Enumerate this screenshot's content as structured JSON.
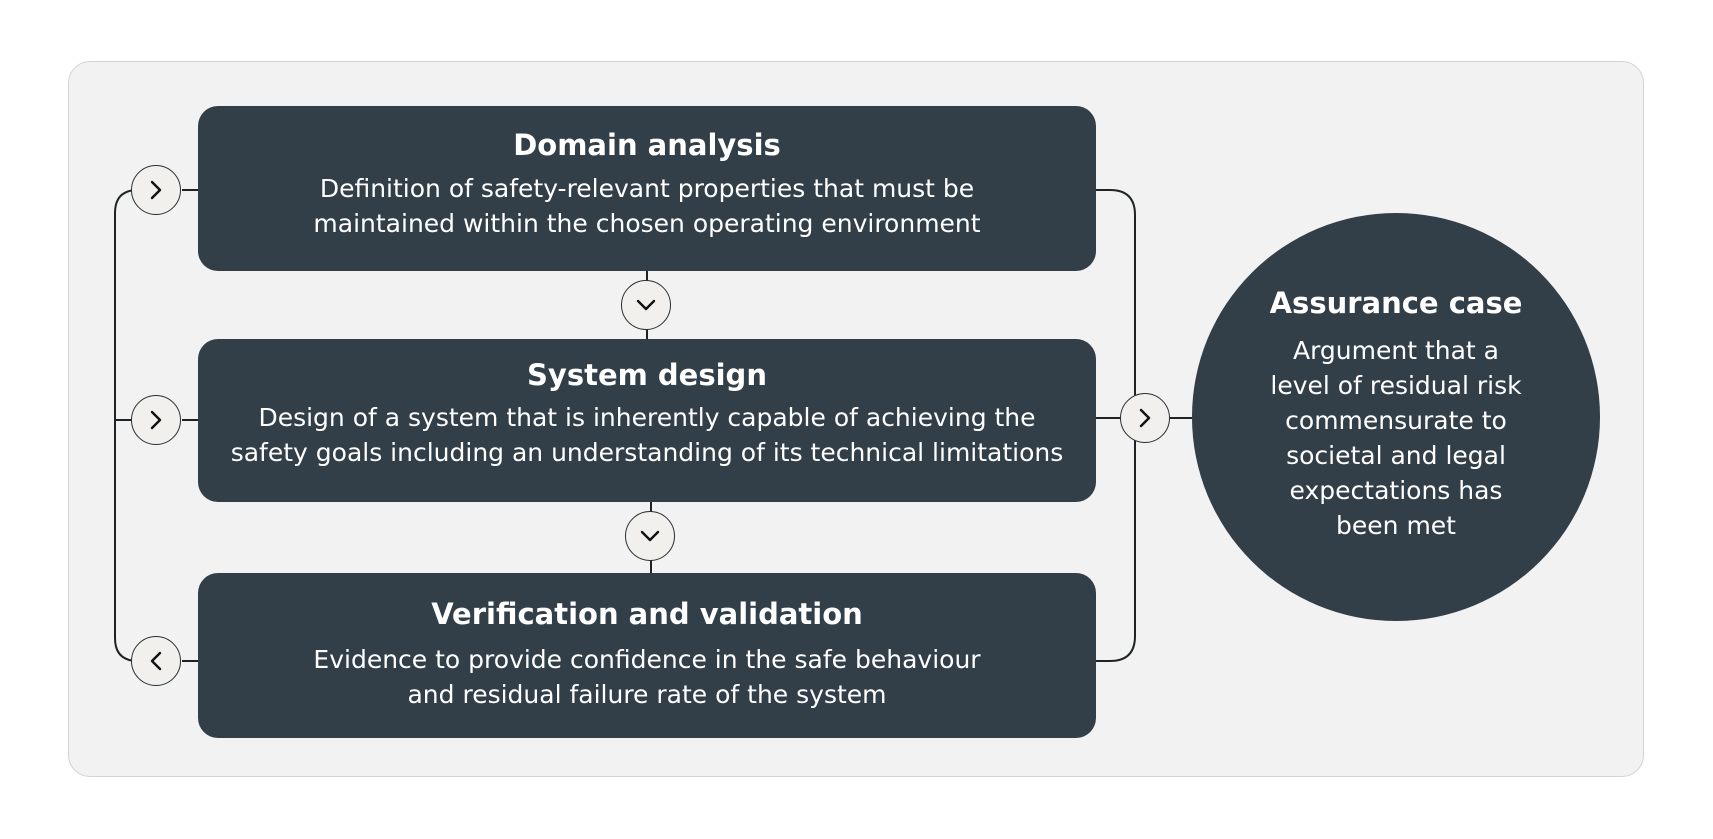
{
  "boxes": {
    "domain": {
      "title": "Domain analysis",
      "description": "Definition of safety-relevant properties that must be maintained within the chosen operating environment"
    },
    "design": {
      "title": "System design",
      "description": "Design of a system that is inherently capable of achieving the safety goals including an understanding of its technical limitations"
    },
    "vv": {
      "title": "Verification and validation",
      "description": "Evidence to provide confidence in the safe behaviour and residual failure rate of the system"
    }
  },
  "assurance": {
    "title": "Assurance case",
    "description": "Argument that a level of residual risk commensurate to societal and legal expectations has been met"
  },
  "icons": {
    "node_right": "chevron-right-icon",
    "node_down": "chevron-down-icon",
    "node_left": "chevron-left-icon"
  },
  "colors": {
    "box_fill": "#323e48",
    "panel_fill": "#f1f2f1",
    "node_fill": "#f1f0ed",
    "line": "#1f2326"
  }
}
